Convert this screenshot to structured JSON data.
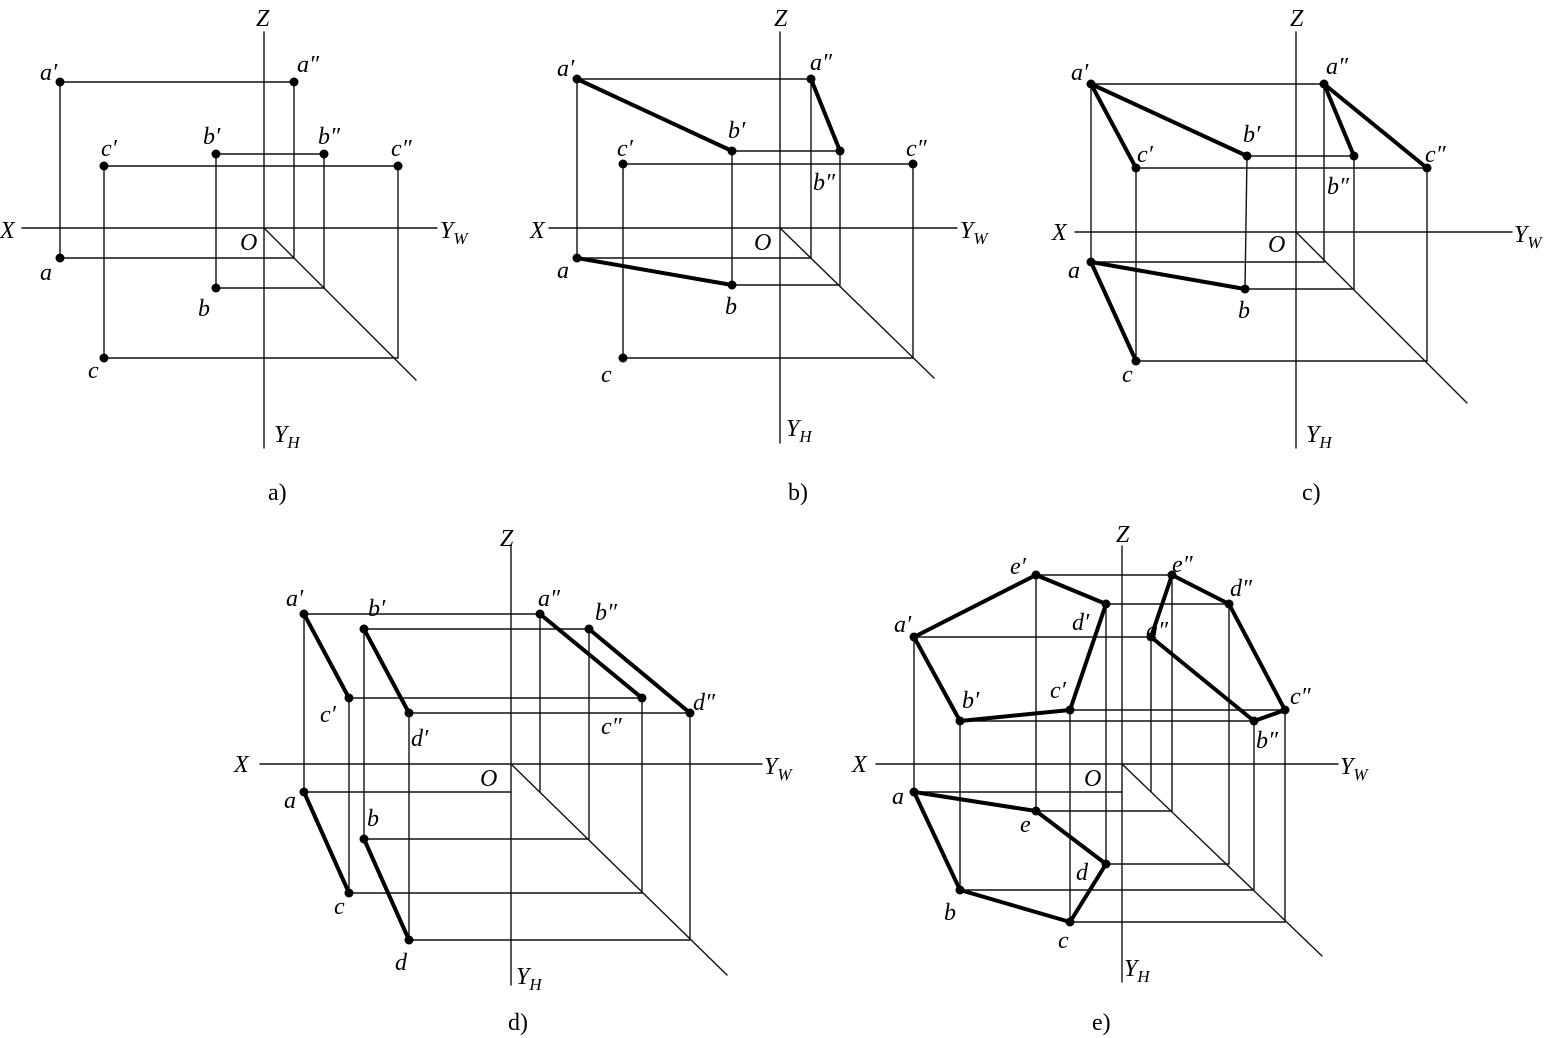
{
  "panels": [
    {
      "id": "a",
      "caption": "a)",
      "axis_labels": {
        "x": "X",
        "z": "Z",
        "yw": "Y",
        "yw_sub": "W",
        "yh": "Y",
        "yh_sub": "H",
        "origin": "O"
      },
      "points": [
        "a′",
        "a″",
        "a",
        "b′",
        "b″",
        "b",
        "c′",
        "c″",
        "c"
      ],
      "edges": []
    },
    {
      "id": "b",
      "caption": "b)",
      "axis_labels": {
        "x": "X",
        "z": "Z",
        "yw": "Y",
        "yw_sub": "W",
        "yh": "Y",
        "yh_sub": "H",
        "origin": "O"
      },
      "points": [
        "a′",
        "a″",
        "a",
        "b′",
        "b″",
        "b",
        "c′",
        "c″",
        "c"
      ],
      "edges": [
        [
          "a′",
          "b′"
        ],
        [
          "a″",
          "b″"
        ],
        [
          "a",
          "b"
        ]
      ]
    },
    {
      "id": "c",
      "caption": "c)",
      "axis_labels": {
        "x": "X",
        "z": "Z",
        "yw": "Y",
        "yw_sub": "W",
        "yh": "Y",
        "yh_sub": "H",
        "origin": "O"
      },
      "points": [
        "a′",
        "a″",
        "a",
        "b′",
        "b″",
        "b",
        "c′",
        "c″",
        "c"
      ],
      "edges": [
        [
          "a′",
          "b′"
        ],
        [
          "a′",
          "c′"
        ],
        [
          "a″",
          "b″"
        ],
        [
          "a″",
          "c″"
        ],
        [
          "a",
          "b"
        ],
        [
          "a",
          "c"
        ]
      ]
    },
    {
      "id": "d",
      "caption": "d)",
      "axis_labels": {
        "x": "X",
        "z": "Z",
        "yw": "Y",
        "yw_sub": "W",
        "yh": "Y",
        "yh_sub": "H",
        "origin": "O"
      },
      "points": [
        "a′",
        "a″",
        "a",
        "b′",
        "b″",
        "b",
        "c′",
        "c″",
        "c",
        "d′",
        "d″",
        "d"
      ],
      "edges": [
        [
          "a′",
          "c′"
        ],
        [
          "b′",
          "d′"
        ],
        [
          "a″",
          "c″"
        ],
        [
          "b″",
          "d″"
        ],
        [
          "a",
          "c"
        ],
        [
          "b",
          "d"
        ]
      ]
    },
    {
      "id": "e",
      "caption": "e)",
      "axis_labels": {
        "x": "X",
        "z": "Z",
        "yw": "Y",
        "yw_sub": "W",
        "yh": "Y",
        "yh_sub": "H",
        "origin": "O"
      },
      "points": [
        "a′",
        "a″",
        "a",
        "b′",
        "b″",
        "b",
        "c′",
        "c″",
        "c",
        "d′",
        "d″",
        "d",
        "e′",
        "e″",
        "e"
      ],
      "edges": [
        [
          "a′",
          "e′"
        ],
        [
          "e′",
          "d′"
        ],
        [
          "d′",
          "c′"
        ],
        [
          "c′",
          "b′"
        ],
        [
          "b′",
          "a′"
        ],
        [
          "e″",
          "d″"
        ],
        [
          "d″",
          "c″"
        ],
        [
          "c″",
          "b″"
        ],
        [
          "b″",
          "a″"
        ],
        [
          "a″",
          "e″"
        ],
        [
          "a",
          "e"
        ],
        [
          "e",
          "d"
        ],
        [
          "d",
          "c"
        ],
        [
          "c",
          "b"
        ],
        [
          "b",
          "a"
        ]
      ]
    }
  ]
}
